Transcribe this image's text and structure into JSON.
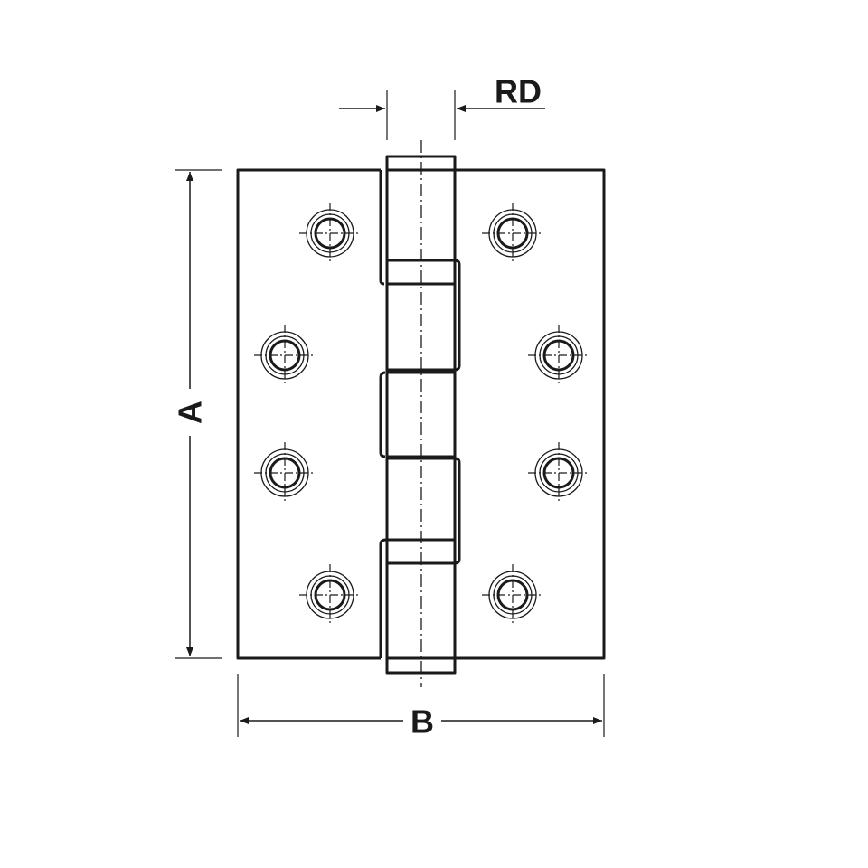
{
  "labels": {
    "height": "A",
    "width": "B",
    "knuckle": "RD"
  },
  "colors": {
    "line": "#1a1a1a",
    "background": "#ffffff"
  }
}
